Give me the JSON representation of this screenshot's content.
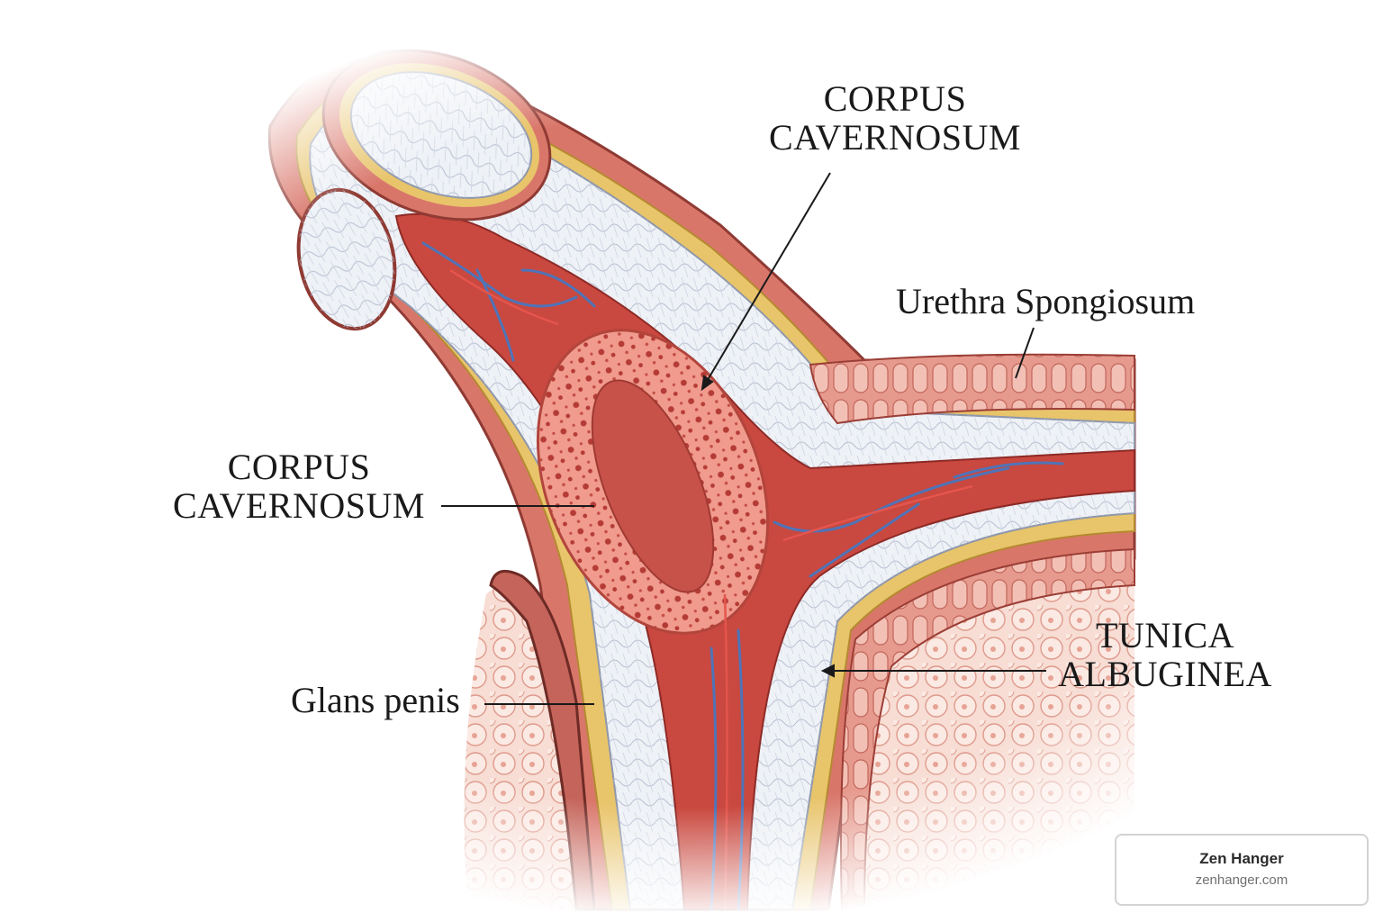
{
  "labels": {
    "corpus_cavernosum_top": [
      "CORPUS",
      "CAVERNOSUM"
    ],
    "urethra_spongiosum": "Urethra Spongiosum",
    "corpus_cavernosum_left": [
      "CORPUS",
      "CAVERNOSUM"
    ],
    "tunica_albuginea": [
      "TUNICA",
      "ALBUGINEA"
    ],
    "glans_penis": "Glans penis"
  },
  "badge": {
    "title": "Zen Hanger",
    "url": "zenhanger.com"
  },
  "colors": {
    "skin": "#d9766a",
    "skin_dark": "#a8453d",
    "fascia_yellow": "#e8c46a",
    "tunica_white": "#eef1f6",
    "tunica_lines": "#aab4c8",
    "spongy_red": "#c9483f",
    "erectile_pink": "#ee9a8c",
    "vein_blue": "#4f74b8",
    "tissue_bg": "#f6d6cc"
  }
}
